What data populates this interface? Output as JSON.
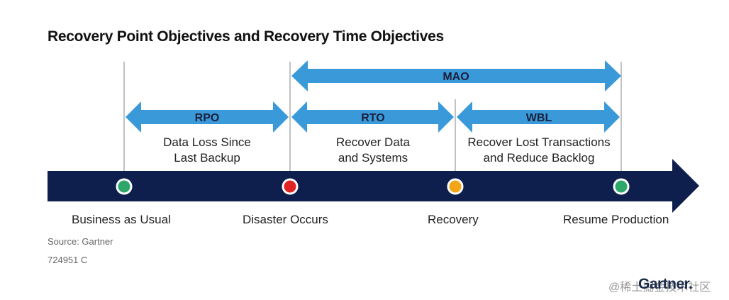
{
  "title": "Recovery Point Objectives and Recovery Time Objectives",
  "arrows": {
    "mao": "MAO",
    "rpo": "RPO",
    "rto": "RTO",
    "wbl": "WBL"
  },
  "descriptions": {
    "rpo": [
      "Data Loss Since",
      "Last Backup"
    ],
    "rto": [
      "Recover Data",
      "and Systems"
    ],
    "wbl": [
      "Recover Lost Transactions",
      "and Reduce Backlog"
    ]
  },
  "milestones": [
    {
      "label": "Business as Usual",
      "color": "#2ea86a"
    },
    {
      "label": "Disaster Occurs",
      "color": "#e02424"
    },
    {
      "label": "Recovery",
      "color": "#f2a516"
    },
    {
      "label": "Resume Production",
      "color": "#2ea86a"
    }
  ],
  "source": "Source: Gartner",
  "code": "724951 C",
  "watermark": {
    "site": "@稀土掘金技术社区",
    "logo": "Gartner."
  },
  "colors": {
    "arrow_blue": "#3a9ad9",
    "timeline_navy": "#0f1f4d",
    "divider": "#9a9a9a"
  }
}
